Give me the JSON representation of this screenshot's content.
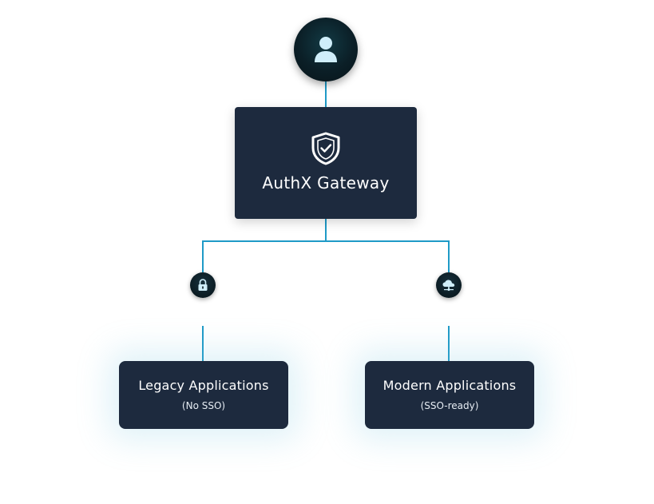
{
  "colors": {
    "connector": "#1f9ac7",
    "box_background": "#1d2a3e",
    "node_background": "#0b1f27",
    "icon_color": "#cfeefa",
    "glow": "#74c4de"
  },
  "user": {
    "icon": "user-icon"
  },
  "gateway": {
    "icon": "shield-check-icon",
    "title": "AuthX Gateway"
  },
  "branches": {
    "legacy": {
      "icon": "lock-icon",
      "title": "Legacy Applications",
      "subtitle": "(No SSO)"
    },
    "modern": {
      "icon": "cloud-network-icon",
      "title": "Modern Applications",
      "subtitle": "(SSO-ready)"
    }
  }
}
